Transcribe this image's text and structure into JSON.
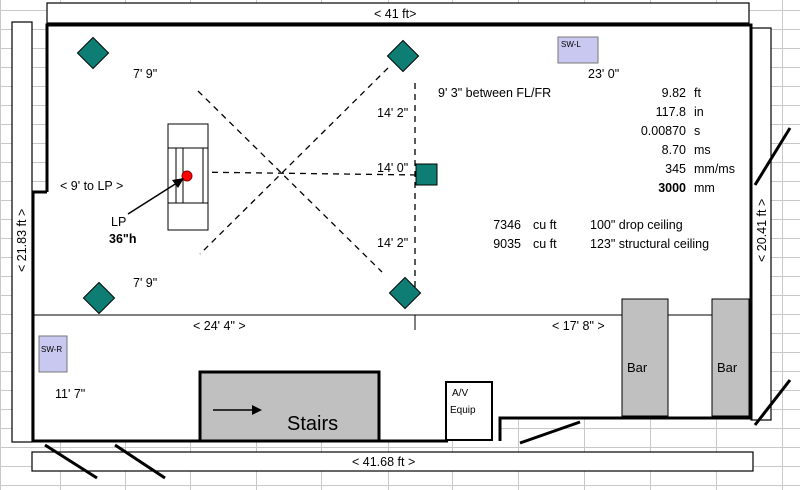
{
  "dimensions": {
    "top_width": "< 41 ft>",
    "bottom_width": "< 41.68 ft >",
    "left_height": "< 21.83 ft >",
    "right_height": "< 20.41 ft >",
    "left_section": "< 24' 4\" >",
    "right_section": "< 17' 8\" >",
    "lp_distance": "< 9' to LP >",
    "top_left_speaker": "7' 9\"",
    "bottom_left_speaker": "7' 9\"",
    "upper_half": "14' 2\"",
    "center": "14' 0\"",
    "lower_half": "14' 2\"",
    "sub_right": "23' 0\"",
    "sub_left": "11' 7\""
  },
  "listening_position": {
    "label": "LP",
    "height": "36\"h"
  },
  "subwoofers": {
    "left": "SW-L",
    "right": "SW-R"
  },
  "fixtures": {
    "stairs": "Stairs",
    "bar_left": "Bar",
    "bar_right": "Bar",
    "av_line1": "A/V",
    "av_line2": "Equip"
  },
  "calculations": {
    "heading": "9' 3\" between FL/FR",
    "rows": [
      {
        "value": "9.82",
        "unit": "ft"
      },
      {
        "value": "117.8",
        "unit": "in"
      },
      {
        "value": "0.00870",
        "unit": "s"
      },
      {
        "value": "8.70",
        "unit": "ms"
      },
      {
        "value": "345",
        "unit": "mm/ms"
      },
      {
        "value": "3000",
        "unit": "mm"
      }
    ],
    "volumes": [
      {
        "value": "7346",
        "unit": "cu ft",
        "note": "100\" drop ceiling"
      },
      {
        "value": "9035",
        "unit": "cu ft",
        "note": "123\" structural ceiling"
      }
    ]
  },
  "colors": {
    "speaker": "#0e7e74",
    "subwoofer": "#c8c8f0",
    "fixture": "#c0c0c0",
    "grid": "#c8c8c8",
    "lp_dot": "#ff0000"
  }
}
